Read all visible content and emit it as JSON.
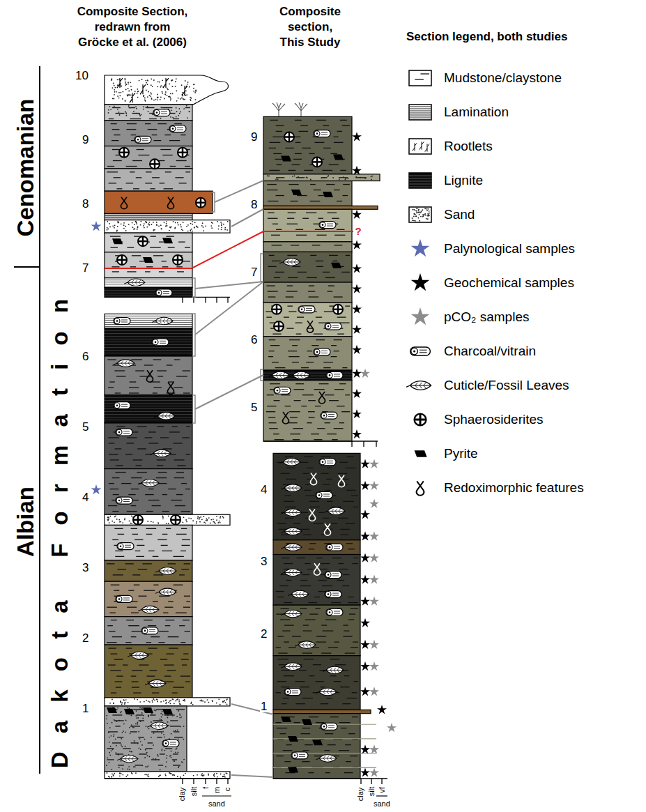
{
  "diagram": {
    "nodes": [
      {
        "text": [
          "Composite Section, redrawn from Gröcke et al. (2006)"
        ]
      },
      {
        "text": [
          "Composite section, This Study"
        ]
      }
    ],
    "edges": [
      {
        "from": 0,
        "to": 1,
        "arrow": "none"
      },
      {
        "from": 0,
        "to": 1,
        "arrow": "none"
      },
      {
        "from": 0,
        "to": 1,
        "arrow": "none"
      },
      {
        "from": 0,
        "to": 1,
        "arrow": "none"
      },
      {
        "from": 0,
        "to": 1,
        "arrow": "none"
      },
      {
        "from": 0,
        "to": 1,
        "arrow": "none"
      },
      {
        "from": 0,
        "to": 1,
        "arrow": "none"
      },
      {
        "from": 0,
        "to": 1,
        "arrow": "none"
      }
    ],
    "labels": [
      "Section legend, both studies",
      "Cenomanian",
      "Albian",
      "Dakota Formation",
      "10",
      "9",
      "8",
      "7",
      "6",
      "5",
      "4",
      "3",
      "2",
      "1",
      "9",
      "8",
      "7",
      "6",
      "5",
      "4",
      "3",
      "2",
      "1",
      "clay",
      "silt",
      "f",
      "m",
      "c",
      "sand",
      "clay",
      "silt",
      "vf",
      "sand",
      "?"
    ],
    "legend": [
      {
        "text": "Mudstone/claystone"
      },
      {
        "text": "Lamination"
      },
      {
        "text": "Rootlets"
      },
      {
        "text": "Lignite"
      },
      {
        "text": "Sand"
      },
      {
        "text": "Palynological samples"
      },
      {
        "text": "Geochemical samples"
      },
      {
        "text": "pCO₂ samples"
      },
      {
        "text": "Charcoal/vitrain"
      },
      {
        "text": "Cuticle/Fossil Leaves"
      },
      {
        "text": "Sphaerosiderites"
      },
      {
        "text": "Pyrite"
      },
      {
        "text": "Redoximorphic features"
      }
    ]
  }
}
